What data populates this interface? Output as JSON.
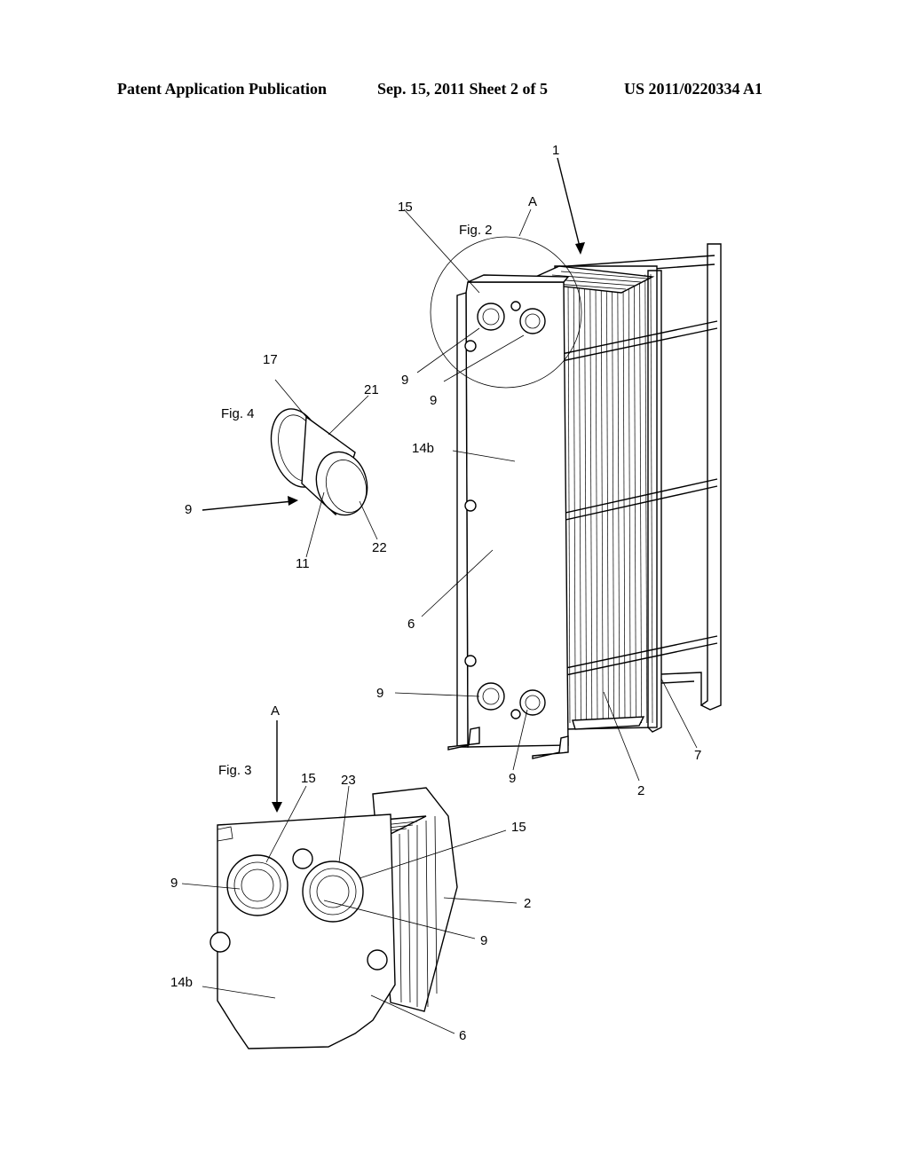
{
  "header": {
    "publication": "Patent Application Publication",
    "date_sheet": "Sep. 15, 2011   Sheet 2 of 5",
    "number": "US 2011/0220334 A1"
  },
  "figures": {
    "fig2": {
      "title": "Fig. 2",
      "labels": {
        "ref1": "1",
        "refA": "A",
        "ref15": "15",
        "ref9a": "9",
        "ref9b": "9",
        "ref14b": "14b",
        "ref6": "6",
        "ref9c": "9",
        "ref9d": "9",
        "ref2": "2",
        "ref7": "7"
      }
    },
    "fig3": {
      "title": "Fig. 3",
      "labels": {
        "refA": "A",
        "ref15a": "15",
        "ref23": "23",
        "ref15b": "15",
        "ref9a": "9",
        "ref2": "2",
        "ref9b": "9",
        "ref14b": "14b",
        "ref6": "6"
      }
    },
    "fig4": {
      "title": "Fig. 4",
      "labels": {
        "ref17": "17",
        "ref21": "21",
        "ref9": "9",
        "ref11": "11",
        "ref22": "22"
      }
    }
  }
}
